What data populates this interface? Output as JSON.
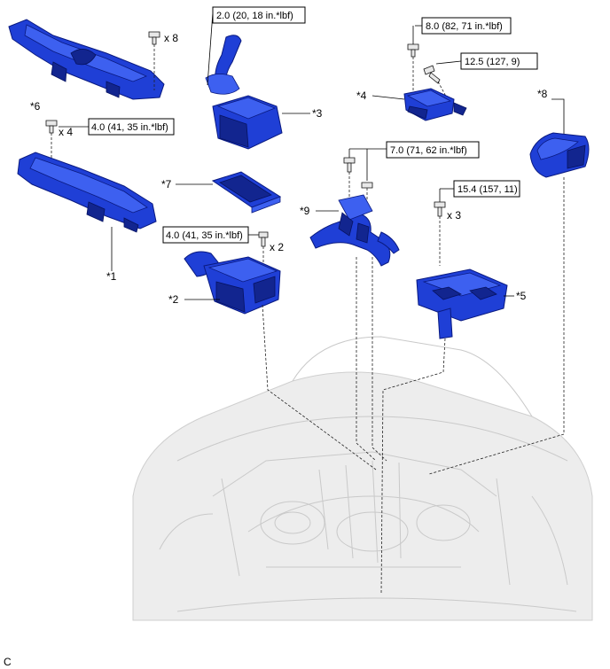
{
  "parts": {
    "p1": "*1",
    "p2": "*2",
    "p3": "*3",
    "p4": "*4",
    "p5": "*5",
    "p6": "*6",
    "p7": "*7",
    "p8": "*8",
    "p9": "*9"
  },
  "torques": {
    "t_p3": "2.0 (20, 18 in.*lbf)",
    "t_p1": "4.0 (41, 35 in.*lbf)",
    "t_p2": "4.0 (41, 35 in.*lbf)",
    "t_p4_top": "8.0 (82, 71 in.*lbf)",
    "t_p4_side": "12.5 (127, 9)",
    "t_p9": "7.0 (71, 62 in.*lbf)",
    "t_p5": "15.4 (157, 11)"
  },
  "quantities": {
    "q_p6": "x 8",
    "q_p1": "x 4",
    "q_p2": "x 2",
    "q_p5": "x 3"
  },
  "corner_code": "C",
  "colors": {
    "part_blue": "#1f3fd6",
    "engine_ghost": "#cfcfcf"
  },
  "icons": [
    "bolt-icon",
    "clip-icon"
  ]
}
